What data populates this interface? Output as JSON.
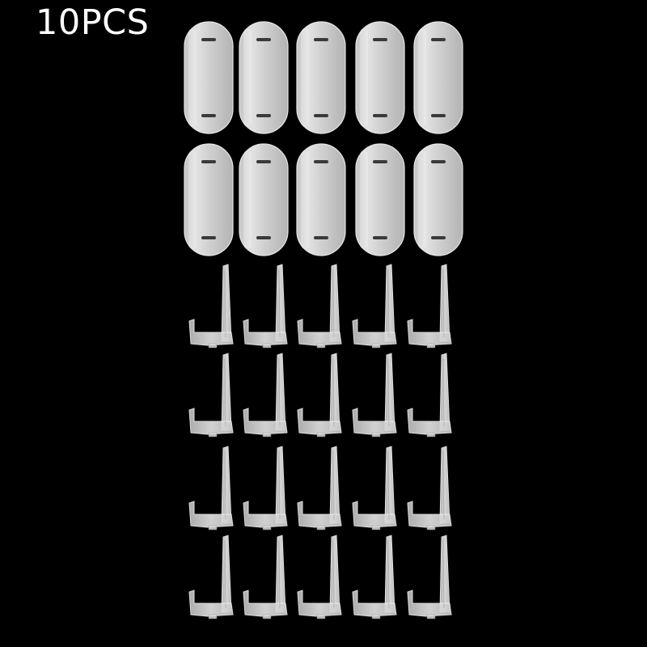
{
  "image": {
    "background": "#000000",
    "quantity_label": "10PCS",
    "label_color": "#ffffff",
    "part_fill": "#dcdcdc",
    "part_edge": "#f4f4f4",
    "part_shadow": "#9a9a9a",
    "slot_color": "#3a3a3a"
  },
  "items": {
    "oval_plates": {
      "name": "oval-plate-clip",
      "rows": 2,
      "columns": 5
    },
    "l_hooks": {
      "name": "l-shaped-hook",
      "rows": 4,
      "columns": 5
    }
  }
}
